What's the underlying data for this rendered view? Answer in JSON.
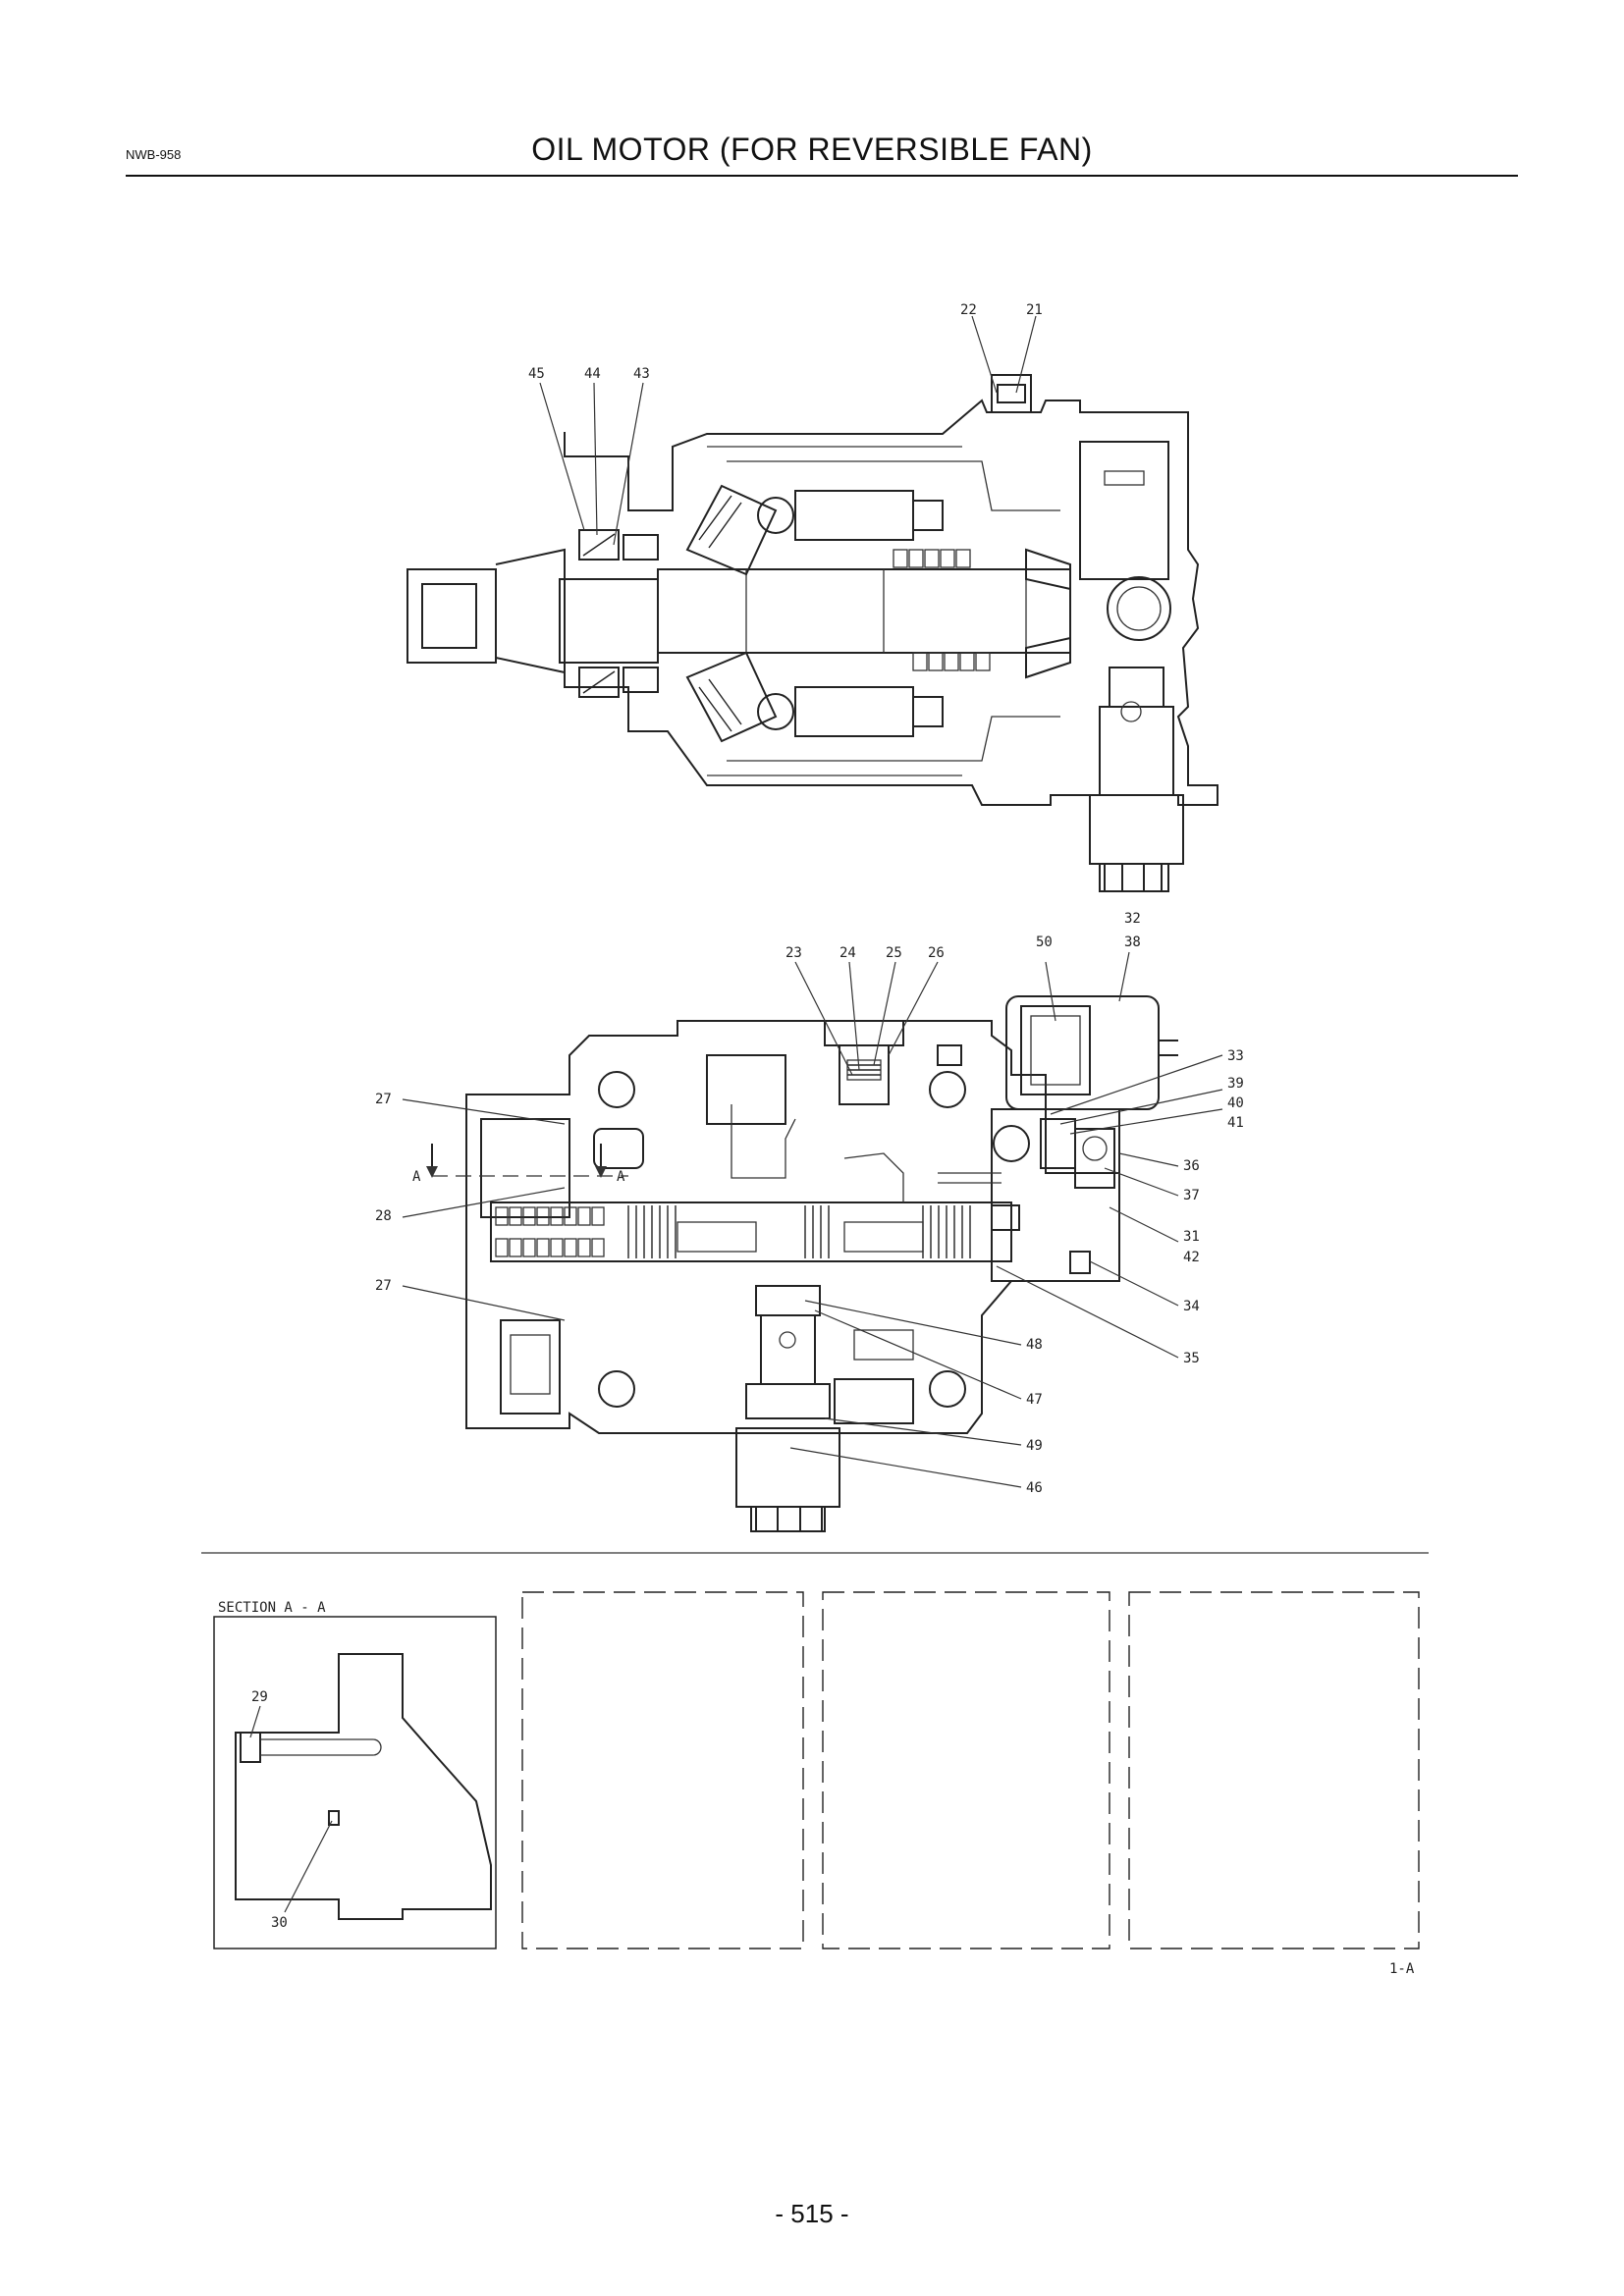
{
  "header": {
    "doc_code": "NWB-958",
    "title": "OIL MOTOR (FOR REVERSIBLE FAN)"
  },
  "diagram": {
    "section_label": "SECTION A - A",
    "section_marker": "A",
    "figure_ref": "1-A",
    "callouts": [
      "22",
      "21",
      "45",
      "44",
      "43",
      "32",
      "38",
      "23",
      "24",
      "25",
      "26",
      "50",
      "33",
      "39",
      "40",
      "41",
      "27",
      "28",
      "36",
      "37",
      "31",
      "42",
      "34",
      "35",
      "48",
      "47",
      "49",
      "46",
      "29",
      "30"
    ]
  },
  "footer": {
    "page_number": "- 515 -"
  }
}
